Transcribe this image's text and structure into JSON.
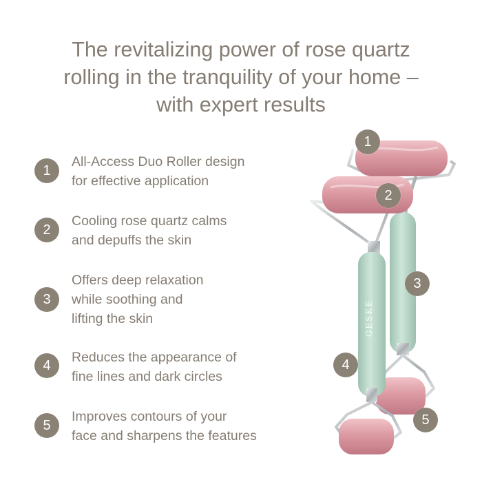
{
  "headline": {
    "lines": [
      "The revitalizing power of rose quartz",
      "rolling in the tranquility of your home –",
      "with expert results"
    ]
  },
  "features": [
    {
      "number": "1",
      "lines": [
        "All-Access Duo Roller design",
        "for effective application"
      ]
    },
    {
      "number": "2",
      "lines": [
        "Cooling rose quartz calms",
        "and depuffs the skin"
      ]
    },
    {
      "number": "3",
      "lines": [
        "Offers deep relaxation",
        "while soothing and",
        "lifting the skin"
      ]
    },
    {
      "number": "4",
      "lines": [
        "Reduces the appearance of",
        "fine lines and dark circles"
      ]
    },
    {
      "number": "5",
      "lines": [
        "Improves contours of your",
        "face and sharpens the features"
      ]
    }
  ],
  "product": {
    "brand_text": "GESKE",
    "callouts": [
      "1",
      "2",
      "3",
      "4",
      "5"
    ]
  },
  "colors": {
    "text": "#857d73",
    "badge": "#8b8276",
    "rose_quartz": "#dc9aa3",
    "handle": "#b6d5c6",
    "metal": "#c5c8cb"
  }
}
